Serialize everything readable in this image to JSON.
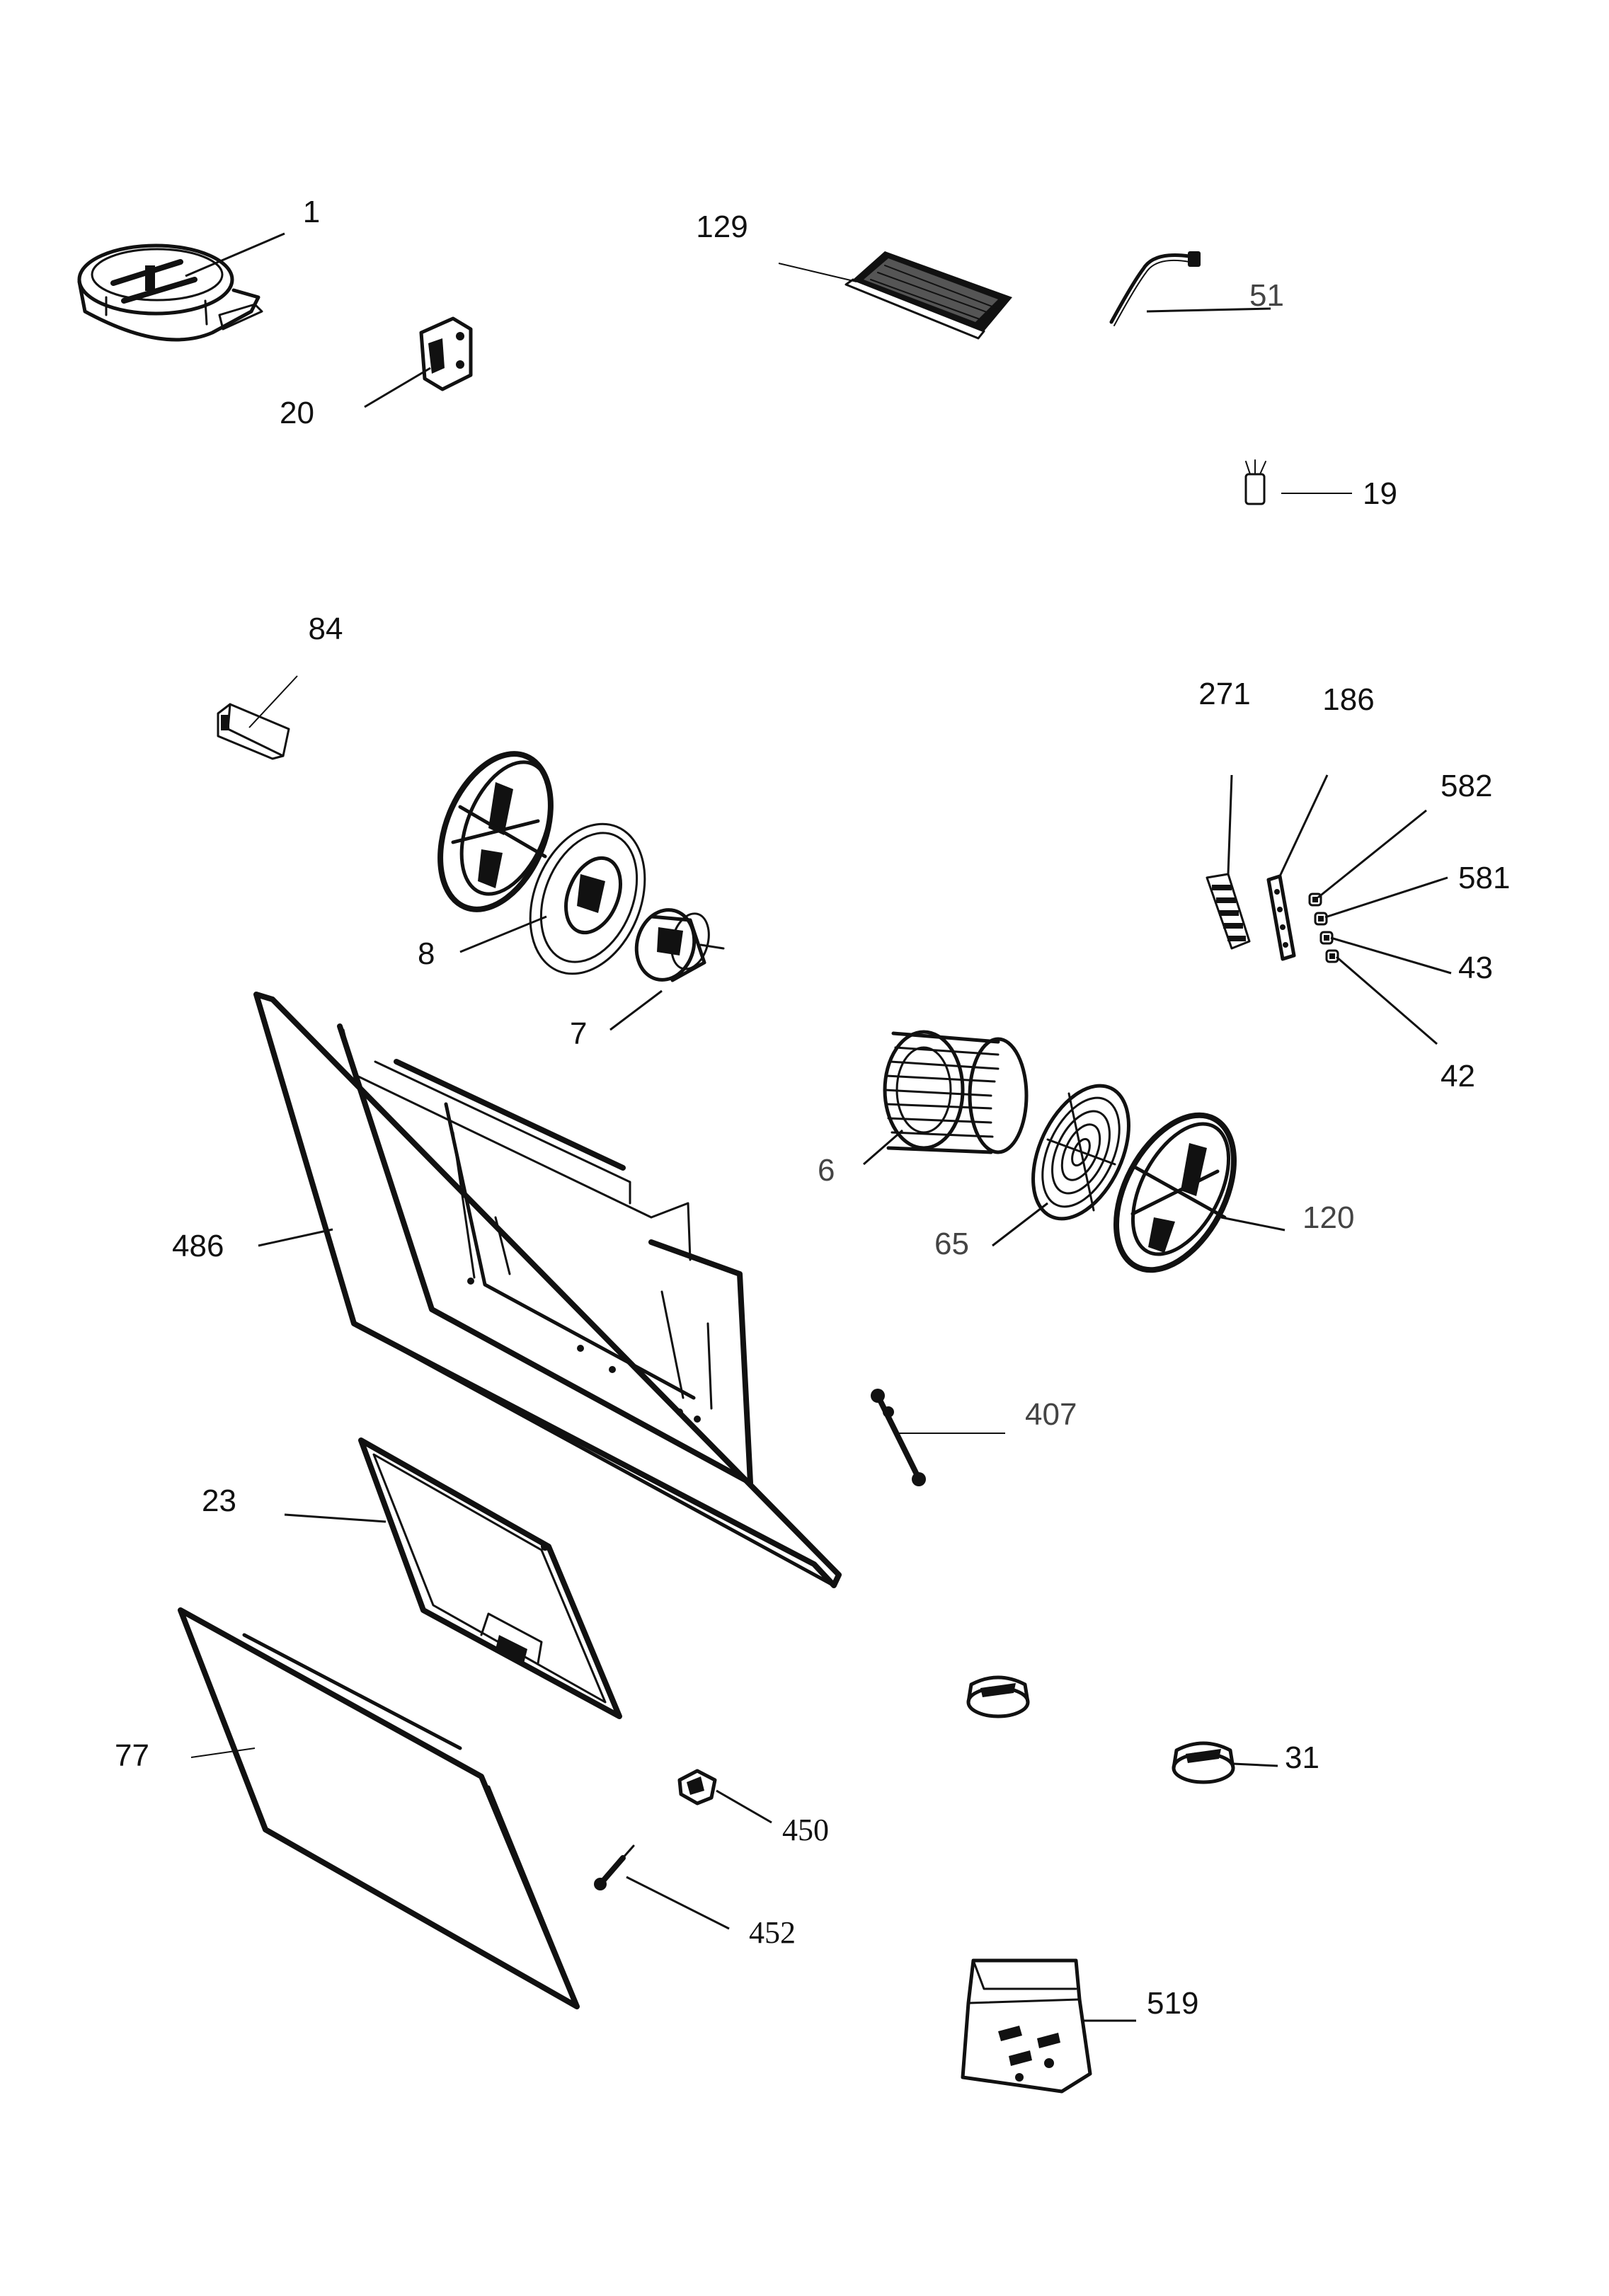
{
  "diagram": {
    "parts": [
      {
        "id": "p1",
        "label": "1",
        "icon": "damper-ring-icon"
      },
      {
        "id": "p129",
        "label": "129",
        "icon": "carbon-filter-icon"
      },
      {
        "id": "p51",
        "label": "51",
        "icon": "power-cable-icon"
      },
      {
        "id": "p20",
        "label": "20",
        "icon": "switch-module-icon"
      },
      {
        "id": "p19",
        "label": "19",
        "icon": "capacitor-icon"
      },
      {
        "id": "p84",
        "label": "84",
        "icon": "led-driver-icon"
      },
      {
        "id": "p271",
        "label": "271",
        "icon": "terminal-block-icon"
      },
      {
        "id": "p186",
        "label": "186",
        "icon": "control-board-icon"
      },
      {
        "id": "p582",
        "label": "582",
        "icon": "small-nut-icon"
      },
      {
        "id": "p581",
        "label": "581",
        "icon": "small-nut-icon"
      },
      {
        "id": "p43",
        "label": "43",
        "icon": "small-nut-icon"
      },
      {
        "id": "p42",
        "label": "42",
        "icon": "small-nut-icon"
      },
      {
        "id": "p8",
        "label": "8",
        "icon": "motor-plate-icon"
      },
      {
        "id": "p7",
        "label": "7",
        "icon": "motor-icon"
      },
      {
        "id": "p6",
        "label": "6",
        "icon": "impeller-icon"
      },
      {
        "id": "p65",
        "label": "65",
        "icon": "fan-grille-icon"
      },
      {
        "id": "p120",
        "label": "120",
        "icon": "fan-housing-icon"
      },
      {
        "id": "p486",
        "label": "486",
        "icon": "hood-body-icon"
      },
      {
        "id": "p407",
        "label": "407",
        "icon": "gas-spring-icon"
      },
      {
        "id": "p23",
        "label": "23",
        "icon": "grease-filter-icon"
      },
      {
        "id": "p77",
        "label": "77",
        "icon": "glass-panel-icon"
      },
      {
        "id": "p31",
        "label": "31",
        "icon": "knob-icon"
      },
      {
        "id": "p450",
        "label": "450",
        "icon": "clip-icon"
      },
      {
        "id": "p452",
        "label": "452",
        "icon": "pin-icon"
      },
      {
        "id": "p519",
        "label": "519",
        "icon": "screw-bag-icon"
      }
    ]
  }
}
